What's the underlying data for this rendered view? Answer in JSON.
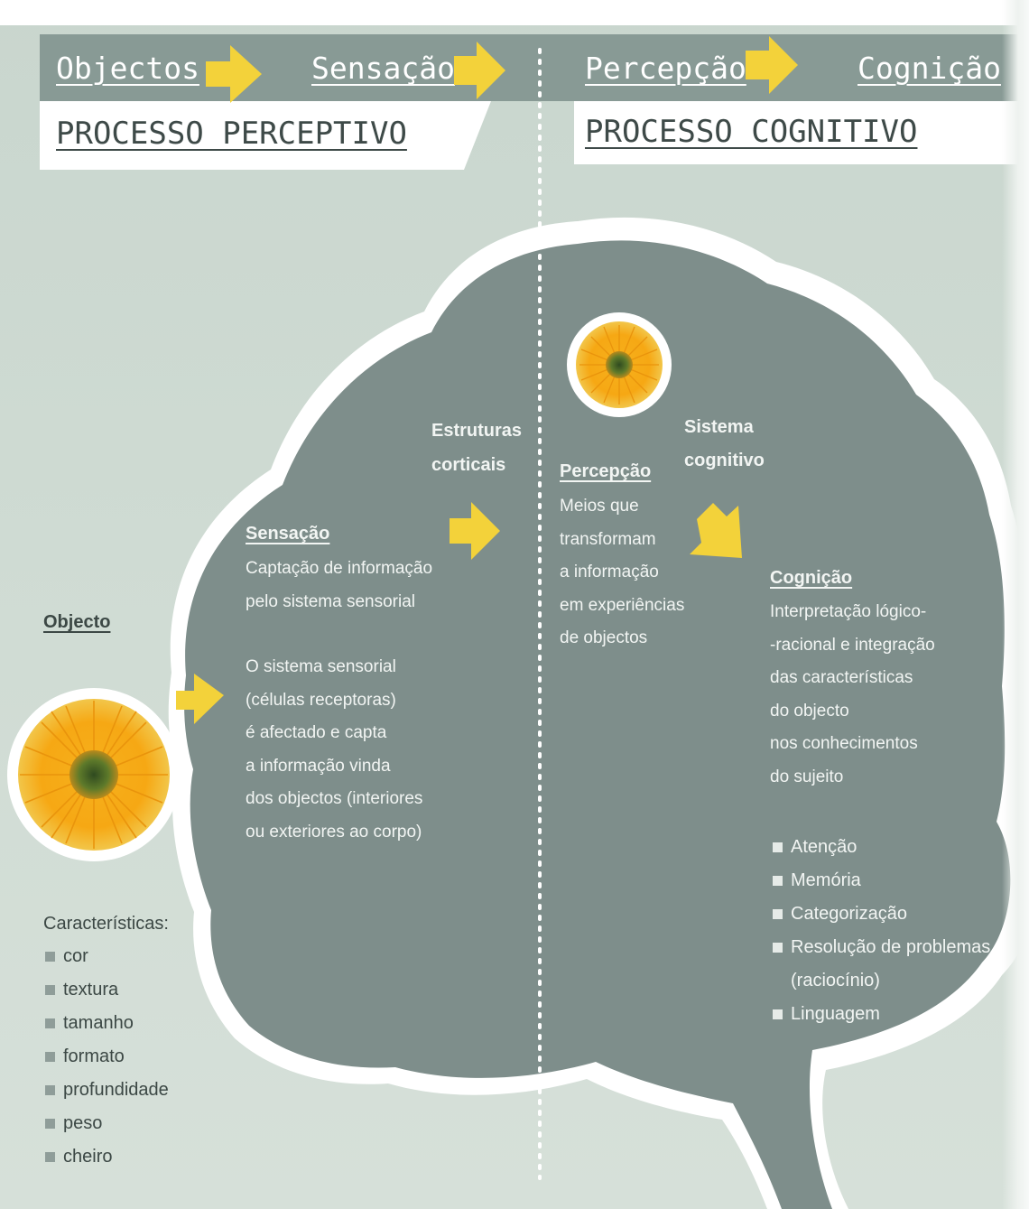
{
  "header": {
    "flow": [
      "Objectos",
      "Sensação",
      "Percepção",
      "Cognição"
    ],
    "left_title": "PROCESSO PERCEPTIVO",
    "right_title": "PROCESSO COGNITIVO"
  },
  "object": {
    "heading": "Objecto",
    "characteristics_label": "Características:",
    "characteristics": [
      "cor",
      "textura",
      "tamanho",
      "formato",
      "profundidade",
      "peso",
      "cheiro"
    ]
  },
  "sensation": {
    "heading": "Sensação",
    "lines": [
      "Captação de informação",
      "pelo sistema sensorial",
      "",
      "O sistema sensorial",
      "(células receptoras)",
      "é afectado e capta",
      "a informação vinda",
      "dos objectos (interiores",
      "ou exteriores ao corpo)"
    ]
  },
  "cortical": {
    "lines": [
      "Estruturas",
      "corticais"
    ]
  },
  "perception": {
    "heading": "Percepção",
    "lines": [
      "Meios que",
      "transformam",
      "a informação",
      "em experiências",
      "de objectos"
    ]
  },
  "cognitive_system": {
    "lines": [
      "Sistema",
      "cognitivo"
    ]
  },
  "cognition": {
    "heading": "Cognição",
    "lines": [
      "Interpretação lógico-",
      "-racional e integração",
      "das características",
      "do objecto",
      "nos conhecimentos",
      "do sujeito"
    ],
    "items": [
      "Atenção",
      "Memória",
      "Categorização",
      "Resolução de problemas",
      "(raciocínio)",
      "Linguagem"
    ]
  },
  "colors": {
    "brain": "#7e8e8b",
    "header_band": "#889a95",
    "arrow": "#f3d23a",
    "background": "#cdd9d1"
  },
  "icons": [
    "arrow-right-icon",
    "arrow-down-right-icon",
    "flower-icon",
    "bullet-square-icon"
  ]
}
